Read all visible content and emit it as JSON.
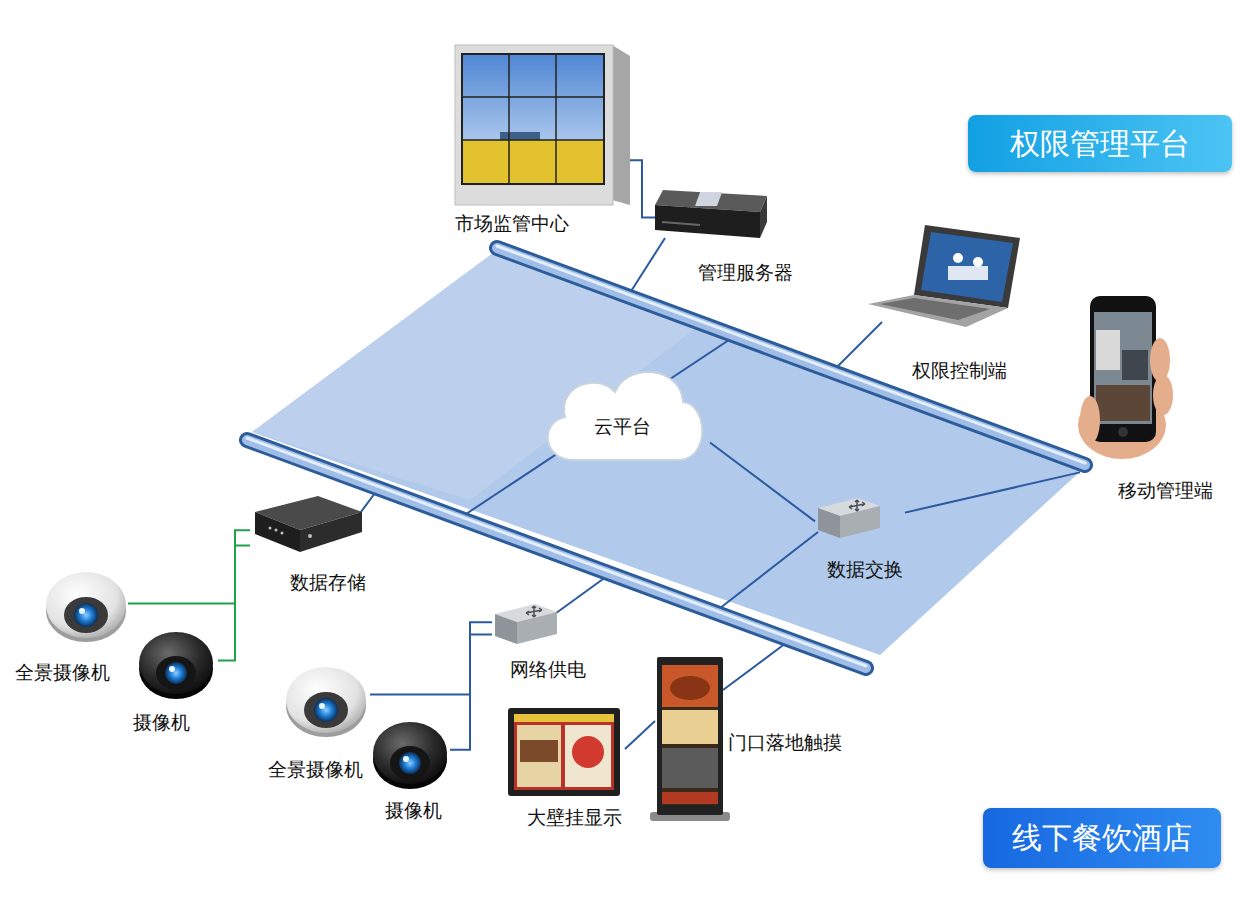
{
  "diagram": {
    "nodes": [
      {
        "text": [
          "权限管理平台"
        ]
      },
      {
        "text": [
          "市场监管中心"
        ]
      },
      {
        "text": [
          "管理服务器"
        ]
      },
      {
        "text": [
          "权限控制端"
        ]
      },
      {
        "text": [
          "移动管理端"
        ]
      },
      {
        "text": [
          "云平台"
        ]
      },
      {
        "text": [
          "数据存储"
        ]
      },
      {
        "text": [
          "数据交换"
        ]
      },
      {
        "text": [
          "全景摄像机"
        ]
      },
      {
        "text": [
          "网络供电"
        ]
      },
      {
        "text": [
          "摄像机"
        ]
      },
      {
        "text": [
          "门口落地触摸"
        ]
      },
      {
        "text": [
          "全景摄像机"
        ]
      },
      {
        "text": [
          "大壁挂显示"
        ]
      },
      {
        "text": [
          "摄像机"
        ]
      },
      {
        "text": [
          "线下餐饮酒店"
        ]
      }
    ],
    "edges": [
      {
        "from": 1,
        "to": 2,
        "arrow": "none"
      },
      {
        "from": 8,
        "to": 6,
        "arrow": "none"
      },
      {
        "from": 10,
        "to": 6,
        "arrow": "none"
      },
      {
        "from": 12,
        "to": 9,
        "arrow": "none"
      },
      {
        "from": 14,
        "to": 9,
        "arrow": "none"
      },
      {
        "from": 5,
        "to": 7,
        "arrow": "none"
      },
      {
        "from": 7,
        "to": 4,
        "arrow": "none"
      },
      {
        "from": 13,
        "to": 11,
        "arrow": "none"
      }
    ]
  }
}
